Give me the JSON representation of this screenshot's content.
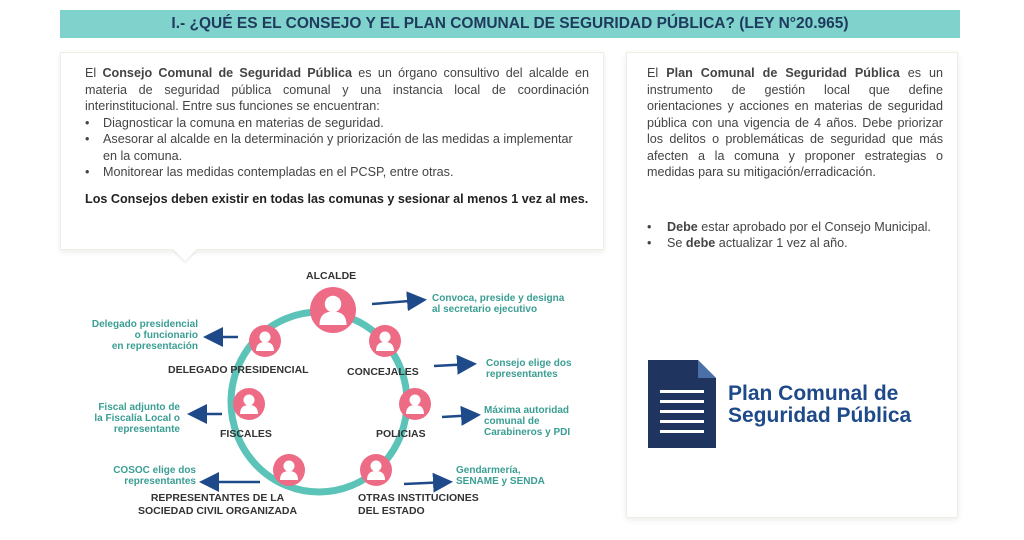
{
  "banner": {
    "title": "I.- ¿QUÉ ES EL CONSEJO Y EL PLAN COMUNAL DE SEGURIDAD PÚBLICA? (LEY N°20.965)"
  },
  "consejo": {
    "intro_prefix": "El ",
    "intro_bold": "Consejo Comunal de Seguridad Pública",
    "intro_rest": " es un órgano consultivo del alcalde en materia de seguridad pública comunal y una instancia local de coordinación interinstitucional. Entre sus funciones se encuentran:",
    "functions": [
      "Diagnosticar la comuna en materias de seguridad.",
      "Asesorar al alcalde en la determinación y priorización de las medidas a implementar en la comuna.",
      "Monitorear las medidas contempladas en el PCSP, entre otras."
    ],
    "note": "Los Consejos deben existir en todas las comunas y sesionar al menos 1 vez al mes."
  },
  "plan": {
    "intro_prefix": "El ",
    "intro_bold": "Plan Comunal de Seguridad Pública",
    "intro_rest": " es un instrumento de gestión local que define orientaciones y acciones en materias de seguridad pública con una vigencia de 4 años. Debe priorizar los delitos o problemáticas de seguridad que más afecten a la comuna y proponer estrategias o medidas para su mitigación/erradicación.",
    "bullet1_bold": "Debe",
    "bullet1_rest": " estar aprobado por el Consejo Municipal.",
    "bullet2_prefix": "Se ",
    "bullet2_bold": "debe",
    "bullet2_rest": " actualizar 1 vez al año.",
    "title_line1": "Plan Comunal de",
    "title_line2": "Seguridad Pública"
  },
  "diagram": {
    "nodes": {
      "alcalde": "ALCALDE",
      "delegado": "DELEGADO PRESIDENCIAL",
      "concejales": "CONCEJALES",
      "fiscales": "FISCALES",
      "policias": "POLICIAS",
      "sociedad_line1": "REPRESENTANTES DE LA",
      "sociedad_line2": "SOCIEDAD CIVIL ORGANIZADA",
      "otras_line1": "OTRAS INSTITUCIONES",
      "otras_line2": "DEL ESTADO"
    },
    "notes": {
      "alcalde_line1": "Convoca, preside y designa",
      "alcalde_line2": "al secretario ejecutivo",
      "delegado_line1": "Delegado presidencial",
      "delegado_line2": "o funcionario",
      "delegado_line3": "en representación",
      "concejales_line1": "Consejo elige dos",
      "concejales_line2": "representantes",
      "fiscales_line1": "Fiscal adjunto de",
      "fiscales_line2": "la Fiscalía Local o",
      "fiscales_line3": "representante",
      "policias_line1": "Máxima autoridad",
      "policias_line2": "comunal de",
      "policias_line3": "Carabineros y PDI",
      "cosoc_line1": "COSOC elige dos",
      "cosoc_line2": "representantes",
      "otras_line1": "Gendarmería,",
      "otras_line2": "SENAME y SENDA"
    },
    "colors": {
      "ring": "#5cc3b8",
      "node": "#ee6b86",
      "arrow": "#1f4a8a",
      "note": "#3a9e93"
    }
  }
}
